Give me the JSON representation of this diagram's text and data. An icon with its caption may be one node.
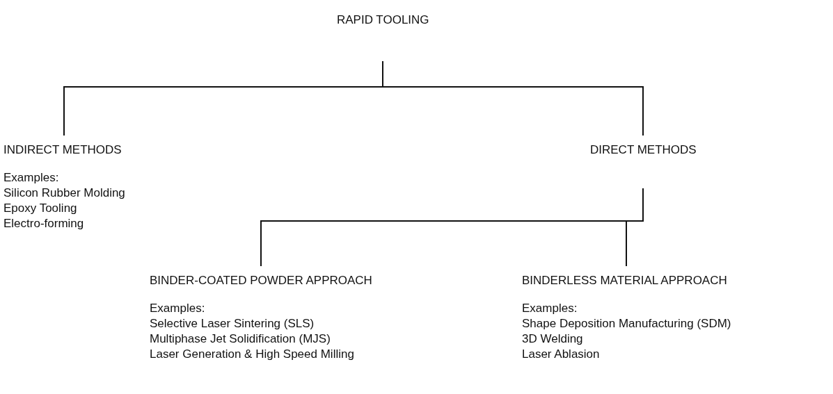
{
  "diagram": {
    "nodes": [
      {
        "text": [
          "RAPID TOOLING"
        ]
      },
      {
        "text": [
          "INDIRECT METHODS",
          "Examples:",
          "Silicon Rubber Molding",
          "Epoxy Tooling",
          "Electro-forming"
        ]
      },
      {
        "text": [
          "DIRECT METHODS"
        ]
      },
      {
        "text": [
          "BINDER-COATED POWDER APPROACH",
          "Examples:",
          "Selective Laser Sintering (SLS)",
          "Multiphase Jet Solidification (MJS)",
          "Laser Generation & High Speed Milling"
        ]
      },
      {
        "text": [
          "BINDERLESS MATERIAL APPROACH",
          "Examples:",
          "Shape Deposition Manufacturing (SDM)",
          "3D Welding",
          "Laser Ablasion"
        ]
      }
    ],
    "edges": [
      {
        "from": 0,
        "to": 1,
        "arrow": "none"
      },
      {
        "from": 0,
        "to": 2,
        "arrow": "none"
      },
      {
        "from": 2,
        "to": 3,
        "arrow": "none"
      },
      {
        "from": 2,
        "to": 4,
        "arrow": "none"
      }
    ]
  }
}
